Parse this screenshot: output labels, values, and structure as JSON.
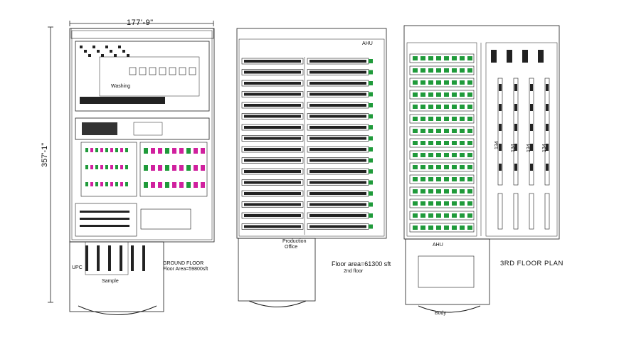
{
  "dimensions": {
    "width_label": "177'-9\"",
    "height_label": "357'-1\""
  },
  "plans": [
    {
      "id": "ground",
      "labels": {
        "washing": "Washing",
        "title": "GROUND FLOOR",
        "area": "Floor Area=59800sft",
        "sample": "Sample",
        "room_code": "UPC"
      }
    },
    {
      "id": "second",
      "labels": {
        "ahu": "AHU",
        "production": "Production",
        "office": "Office",
        "area": "Floor area=61300 sft",
        "floor": "2nd floor"
      }
    },
    {
      "id": "third",
      "labels": {
        "ahu": "AHU",
        "title": "3RD FLOOR PLAN",
        "body": "Body"
      },
      "rack_numbers": [
        "134",
        "134",
        "134",
        "134"
      ]
    }
  ],
  "colors": {
    "line": "#1a1a1a",
    "dark_fill": "#222222",
    "magenta": "#d0209e",
    "green": "#1f9a3a"
  }
}
